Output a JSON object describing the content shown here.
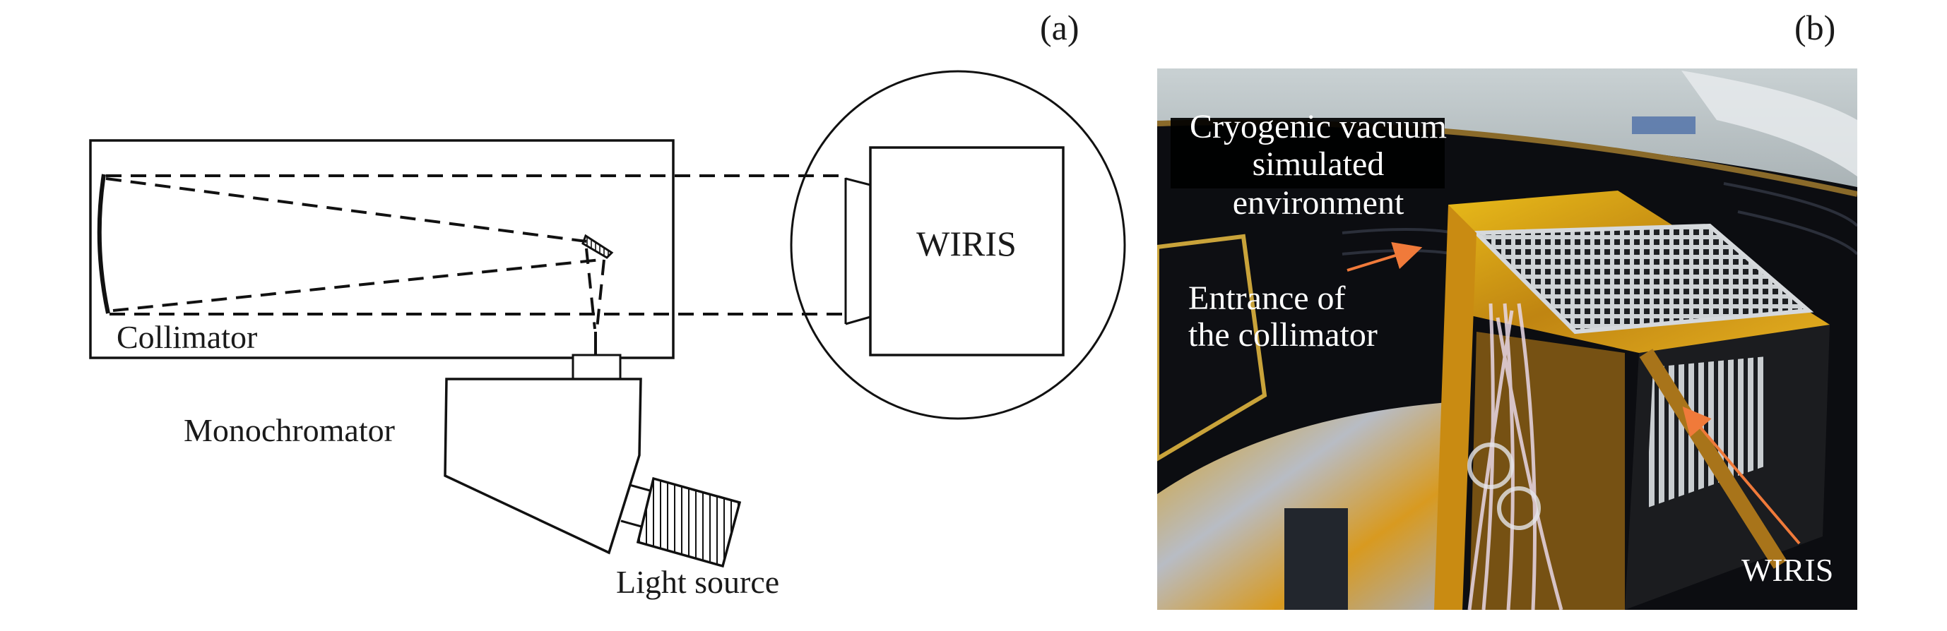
{
  "figure": {
    "panel_a": {
      "label": "(a)",
      "components": {
        "collimator": "Collimator",
        "monochromator": "Monochromator",
        "light_source": "Light source",
        "instrument": "WIRIS"
      }
    },
    "panel_b": {
      "label": "(b)",
      "annotations": {
        "environment_line1": "Cryogenic vacuum",
        "environment_line2": "simulated",
        "environment_line3": "environment",
        "entrance_line1": "Entrance of",
        "entrance_line2": "the collimator",
        "instrument": "WIRIS"
      },
      "arrow_color": "#f07a3a"
    }
  }
}
